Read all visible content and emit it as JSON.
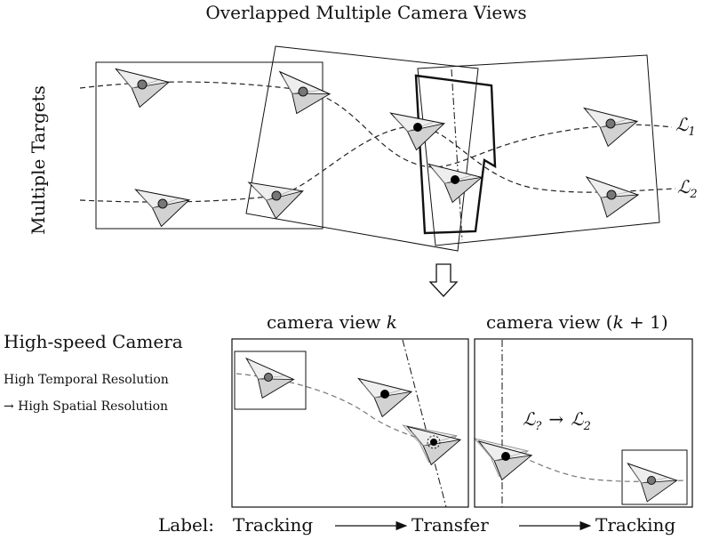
{
  "title": "Overlapped Multiple Camera Views",
  "side_label": "Multiple Targets",
  "trajectory_labels": {
    "l1": {
      "base": "ℒ",
      "sub": "1"
    },
    "l2": {
      "base": "ℒ",
      "sub": "2"
    }
  },
  "transition_arrow_icon": "down-arrow-icon",
  "high_speed": {
    "heading": "High-speed Camera",
    "line1": "High Temporal Resolution",
    "line2": "→ High Spatial Resolution"
  },
  "camera_k": {
    "prefix": "camera view ",
    "var": "k"
  },
  "camera_k1": {
    "prefix": "camera view (",
    "var": "k",
    "suffix": " + 1)"
  },
  "label_change": {
    "from_base": "ℒ",
    "from_sub": "?",
    "arrow": "→",
    "to_base": "ℒ",
    "to_sub": "2"
  },
  "label_row": {
    "prefix": "Label:",
    "steps": [
      "Tracking",
      "Transfer",
      "Tracking"
    ]
  },
  "colors": {
    "stroke": "#111111",
    "plane_fill": "#eeeeee",
    "plane_shade": "#c8c8c8",
    "target_dot_grey": "#777777",
    "target_dot_black": "#000000"
  }
}
